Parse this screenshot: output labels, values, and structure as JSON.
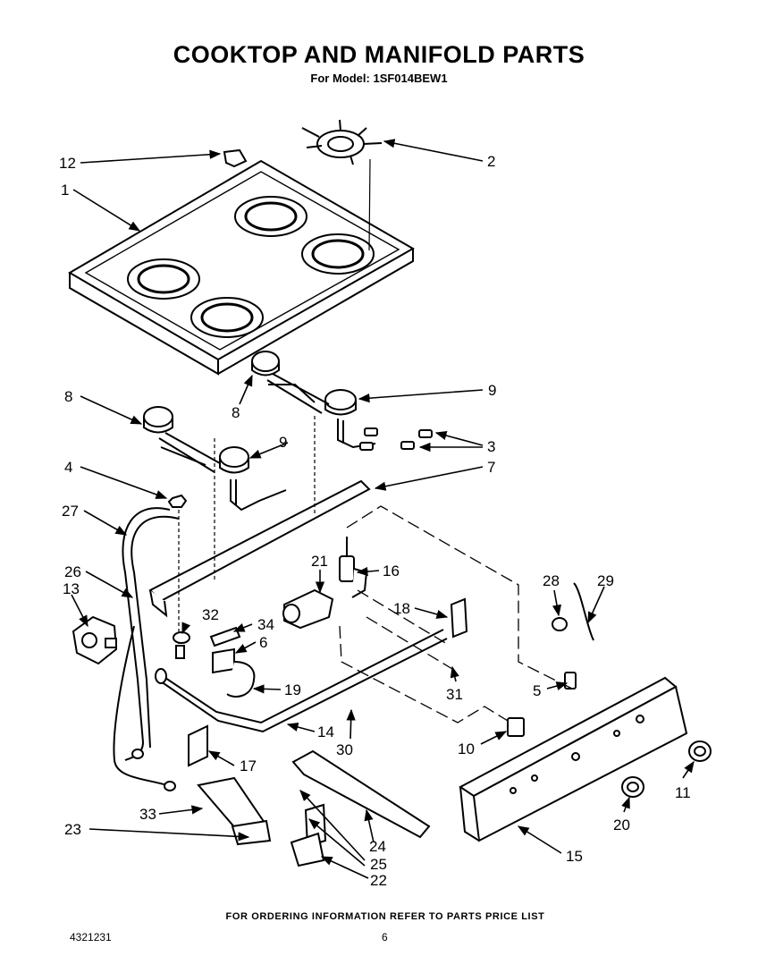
{
  "header": {
    "title": "COOKTOP AND MANIFOLD PARTS",
    "model_line": "For Model: 1SF014BEW1"
  },
  "footer": {
    "ordering_note": "FOR ORDERING INFORMATION REFER TO PARTS PRICE LIST",
    "document_number": "4321231",
    "page_number": "6"
  },
  "callouts": {
    "c1": "1",
    "c2": "2",
    "c3": "3",
    "c4": "4",
    "c5": "5",
    "c6": "6",
    "c7": "7",
    "c8a": "8",
    "c8b": "8",
    "c9a": "9",
    "c9b": "9",
    "c10": "10",
    "c11": "11",
    "c12": "12",
    "c13": "13",
    "c14": "14",
    "c15": "15",
    "c16": "16",
    "c17": "17",
    "c18": "18",
    "c19": "19",
    "c20": "20",
    "c21": "21",
    "c22": "22",
    "c23": "23",
    "c24": "24",
    "c25": "25",
    "c26": "26",
    "c27": "27",
    "c28": "28",
    "c29": "29",
    "c30": "30",
    "c31": "31",
    "c32": "32",
    "c33": "33",
    "c34": "34"
  }
}
